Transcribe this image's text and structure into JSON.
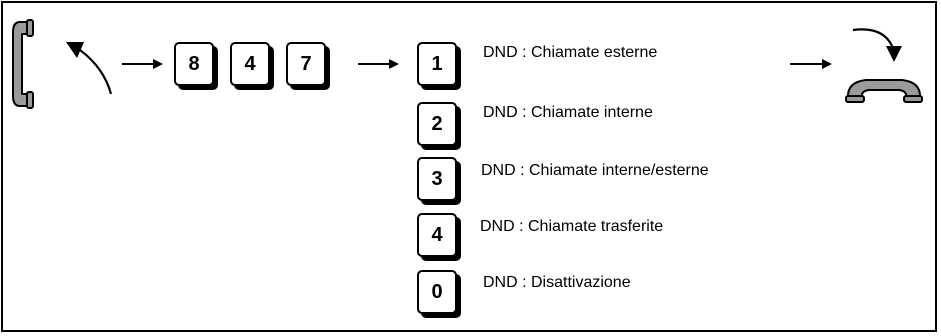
{
  "sequence": {
    "digits": [
      "8",
      "4",
      "7"
    ]
  },
  "options": [
    {
      "key": "1",
      "label": "DND : Chiamate esterne"
    },
    {
      "key": "2",
      "label": "DND : Chiamate interne"
    },
    {
      "key": "3",
      "label": "DND : Chiamate interne/esterne"
    },
    {
      "key": "4",
      "label": "DND : Chiamate trasferite"
    },
    {
      "key": "0",
      "label": "DND : Disattivazione"
    }
  ],
  "icons": {
    "start": "handset-lifted-icon",
    "end": "handset-hung-up-icon",
    "arrow": "right-arrow-icon"
  },
  "colors": {
    "handset_fill": "#9a9a9a",
    "line": "#000000"
  }
}
